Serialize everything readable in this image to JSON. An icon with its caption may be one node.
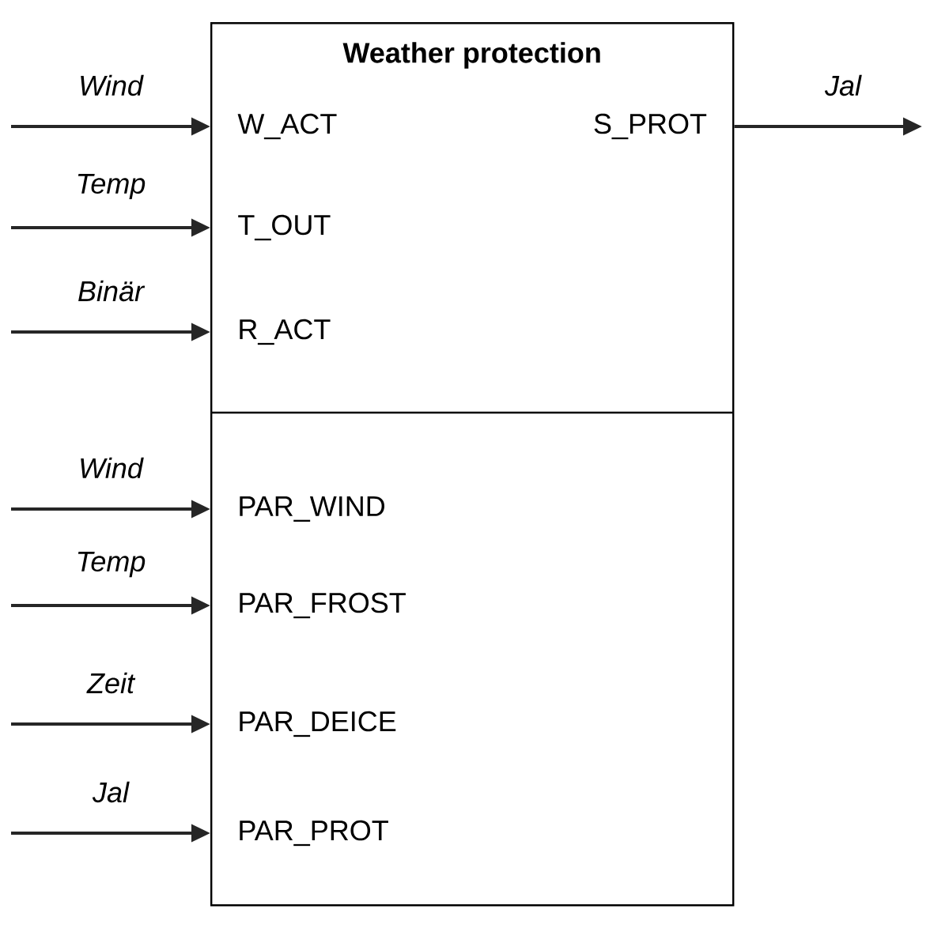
{
  "diagram": {
    "nodes": [
      {
        "text": [
          "Weather protection"
        ]
      },
      {
        "text": [
          "W_ACT"
        ],
        "in": 0
      },
      {
        "text": [
          "S_PROT"
        ],
        "in": 0
      },
      {
        "text": [
          "T_OUT"
        ],
        "in": 0
      },
      {
        "text": [
          "R_ACT"
        ],
        "in": 0
      },
      {
        "text": [
          "PAR_WIND"
        ],
        "in": 0
      },
      {
        "text": [
          "PAR_FROST"
        ],
        "in": 0
      },
      {
        "text": [
          "PAR_DEICE"
        ],
        "in": 0
      },
      {
        "text": [
          "PAR_PROT"
        ],
        "in": 0
      }
    ],
    "edges": [
      {
        "from": null,
        "to": 1,
        "arrow": "to",
        "label": "Wind"
      },
      {
        "from": 2,
        "to": null,
        "arrow": "to",
        "label": "Jal"
      },
      {
        "from": null,
        "to": 3,
        "arrow": "to",
        "label": "Temp"
      },
      {
        "from": null,
        "to": 4,
        "arrow": "to",
        "label": "Binär"
      },
      {
        "from": null,
        "to": 5,
        "arrow": "to",
        "label": "Wind"
      },
      {
        "from": null,
        "to": 6,
        "arrow": "to",
        "label": "Temp"
      },
      {
        "from": null,
        "to": 7,
        "arrow": "to",
        "label": "Zeit"
      },
      {
        "from": null,
        "to": 8,
        "arrow": "to",
        "label": "Jal"
      }
    ]
  }
}
